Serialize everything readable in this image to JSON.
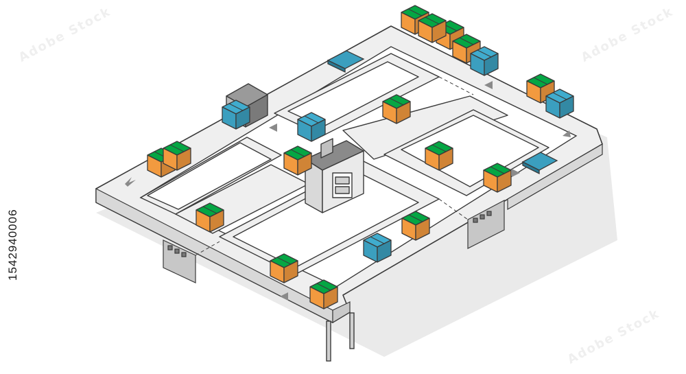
{
  "side_label": "1542940006",
  "watermark": "Adobe Stock",
  "colors": {
    "belt": "#efefef",
    "outline": "#3a3a3a",
    "orange_box": "#f29a3f",
    "blue_box": "#3b9fbf",
    "machine_top": "#8a8a8a",
    "shadow": "#e3e3e3",
    "arrow": "#8a8a8a"
  },
  "scene": {
    "boxes": [
      {
        "id": "o1",
        "color": "orange"
      },
      {
        "id": "o2",
        "color": "orange"
      },
      {
        "id": "o3",
        "color": "orange"
      },
      {
        "id": "o4",
        "color": "orange"
      },
      {
        "id": "o5",
        "color": "orange"
      },
      {
        "id": "o6",
        "color": "orange"
      },
      {
        "id": "o7",
        "color": "orange"
      },
      {
        "id": "o8",
        "color": "orange"
      },
      {
        "id": "o9",
        "color": "orange"
      },
      {
        "id": "o10",
        "color": "orange"
      },
      {
        "id": "o11",
        "color": "orange"
      },
      {
        "id": "o12",
        "color": "orange"
      },
      {
        "id": "o13",
        "color": "orange"
      },
      {
        "id": "o14",
        "color": "orange"
      },
      {
        "id": "o15",
        "color": "orange"
      },
      {
        "id": "b1",
        "color": "blue"
      },
      {
        "id": "b2",
        "color": "blue"
      },
      {
        "id": "b3",
        "color": "blue"
      },
      {
        "id": "b4",
        "color": "blue"
      },
      {
        "id": "b5",
        "color": "blue"
      }
    ],
    "arrows": [
      "up-right",
      "up-right",
      "left",
      "left",
      "left",
      "right",
      "up-left"
    ],
    "scanners": [
      "scanner-pad-top",
      "scanner-pad-right"
    ],
    "machines": [
      "sorting-machine-center",
      "gray-wrapper-machine"
    ]
  }
}
